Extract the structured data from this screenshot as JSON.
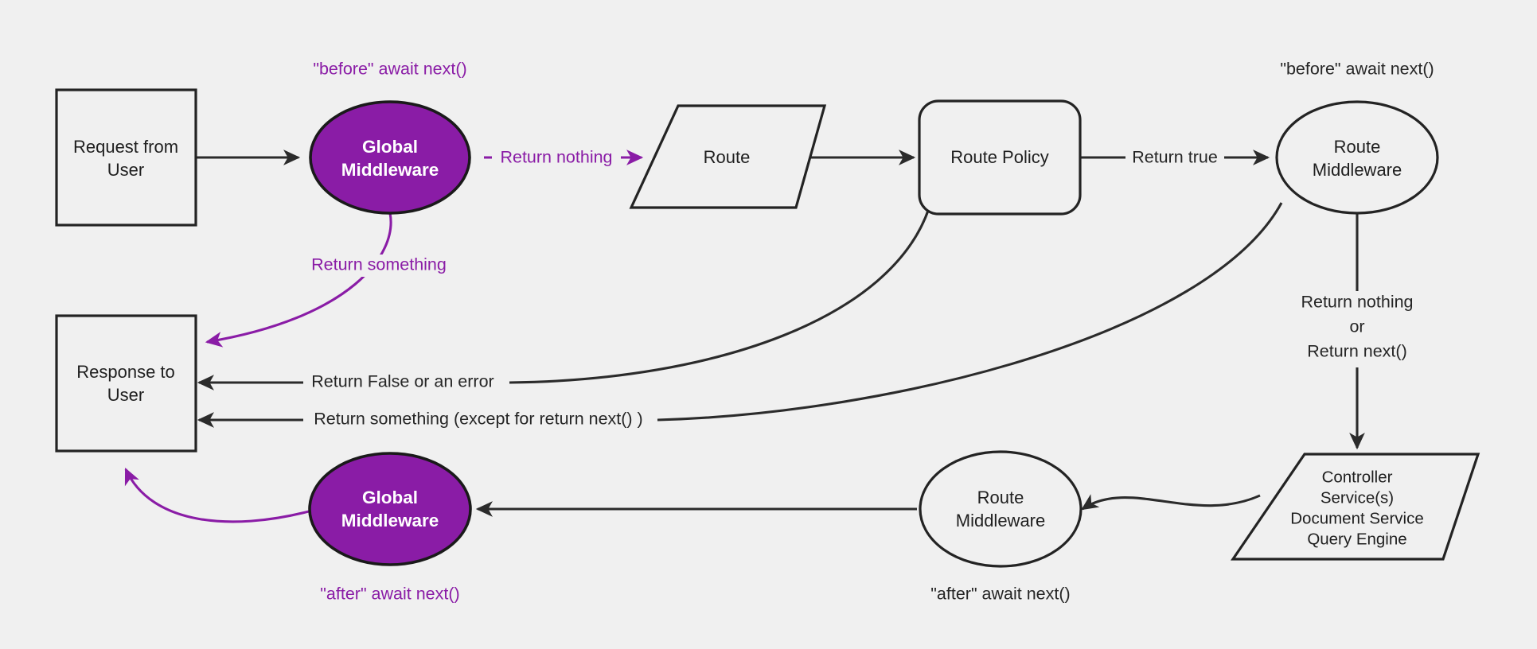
{
  "diagram": {
    "title": "Middleware request lifecycle flow",
    "background_color": "#f0f0f0",
    "accent_color": "#8a1ca6",
    "line_color": "#2b2b2b"
  },
  "nodes": {
    "request_from_user": {
      "line1": "Request from",
      "line2": "User",
      "shape": "rectangle"
    },
    "global_middleware_top": {
      "line1": "Global",
      "line2": "Middleware",
      "shape": "ellipse"
    },
    "route": {
      "line1": "Route",
      "shape": "parallelogram"
    },
    "route_policy": {
      "line1": "Route Policy",
      "shape": "rounded-rectangle"
    },
    "route_middleware_top": {
      "line1": "Route",
      "line2": "Middleware",
      "shape": "ellipse"
    },
    "controller": {
      "line1": "Controller",
      "line2": "Service(s)",
      "line3": "Document Service",
      "line4": "Query Engine",
      "shape": "parallelogram"
    },
    "route_middleware_bottom": {
      "line1": "Route",
      "line2": "Middleware",
      "shape": "ellipse"
    },
    "global_middleware_bottom": {
      "line1": "Global",
      "line2": "Middleware",
      "shape": "ellipse"
    },
    "response_to_user": {
      "line1": "Response to",
      "line2": "User",
      "shape": "rectangle"
    }
  },
  "annotations": {
    "before_await_next_global": "\"before\" await next()",
    "before_await_next_route": "\"before\" await next()",
    "after_await_next_global": "\"after\" await next()",
    "after_await_next_route": "\"after\" await next()"
  },
  "edge_labels": {
    "return_nothing": "Return nothing",
    "return_something": "Return something",
    "return_true": "Return true",
    "return_false_or_error": "Return False or an error",
    "return_something_except_next": "Return something (except for return next() )",
    "return_nothing_or_next_line1": "Return nothing",
    "return_nothing_or_next_line2": "or",
    "return_nothing_or_next_line3": "Return next()"
  }
}
